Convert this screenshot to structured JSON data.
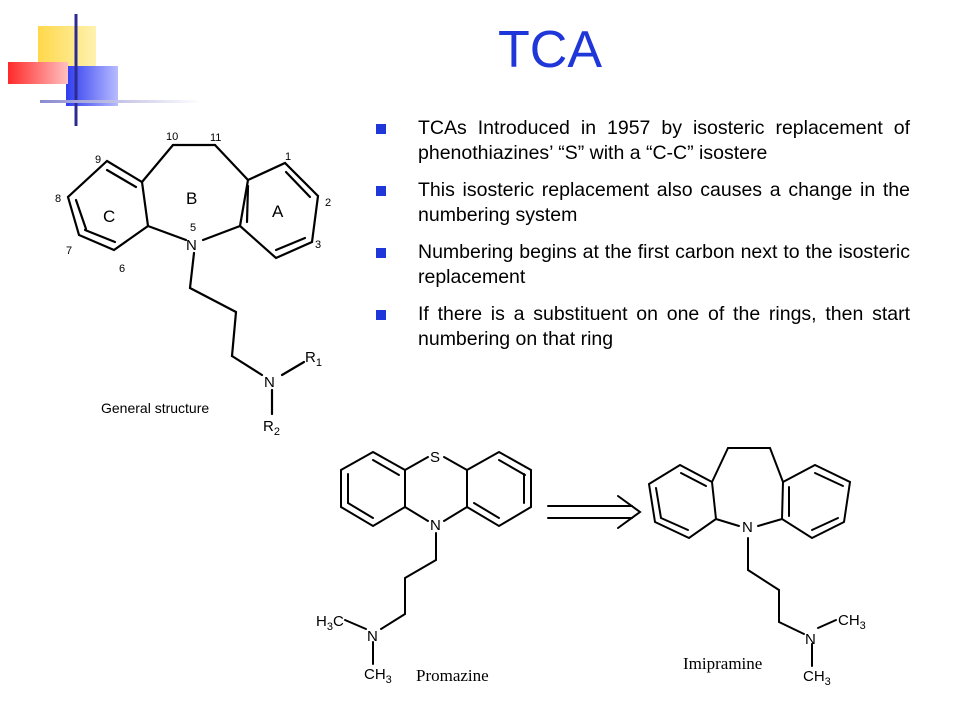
{
  "title": "TCA",
  "bullets": [
    "TCAs Introduced in 1957 by isosteric replacement of phenothiazines’ “S” with a “C-C” isostere",
    "This isosteric replacement also causes a change in the numbering system",
    "Numbering begins at the first carbon next to the isosteric replacement",
    "If there is a substituent on one of the rings, then start numbering on that ring"
  ],
  "general_structure": {
    "caption": "General structure",
    "ring_labels": {
      "a": "A",
      "b": "B",
      "c": "C"
    },
    "numbers": {
      "n1": "1",
      "n2": "2",
      "n3": "3",
      "n5": "5",
      "n6": "6",
      "n7": "7",
      "n8": "8",
      "n9": "9",
      "n10": "10",
      "n11": "11"
    },
    "n_ring": "N",
    "n_amine": "N",
    "r1": "R",
    "r1_sub": "1",
    "r2": "R",
    "r2_sub": "2"
  },
  "promazine": {
    "name": "Promazine",
    "s": "S",
    "n_ring": "N",
    "n_amine": "N",
    "h3c_a": "H",
    "h3c_sub": "3",
    "h3c_b": "C",
    "ch3_a": "CH",
    "ch3_sub": "3"
  },
  "imipramine": {
    "name": "Imipramine",
    "n_ring": "N",
    "n_amine": "N",
    "ch3_top_a": "CH",
    "ch3_top_sub": "3",
    "ch3_bot_a": "CH",
    "ch3_bot_sub": "3"
  },
  "colors": {
    "title": "#1f36d8",
    "bullet": "#1f36d8",
    "deco_yellow": "#ffd84a",
    "deco_red": "#ff3a3a",
    "deco_blue": "#2f3cf0"
  }
}
